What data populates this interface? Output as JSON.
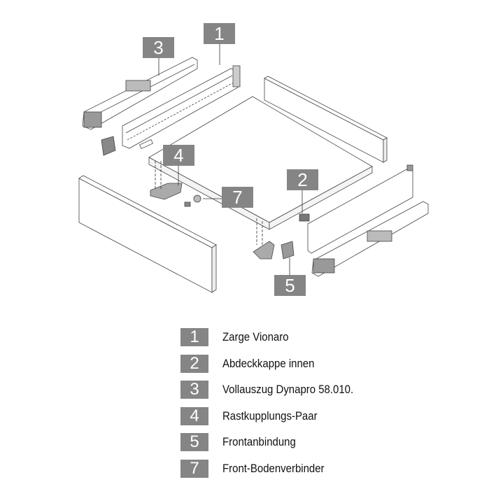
{
  "callouts": {
    "c1": "1",
    "c2": "2",
    "c3": "3",
    "c4": "4",
    "c5": "5",
    "c7": "7"
  },
  "legend": [
    {
      "num": "1",
      "label": "Zarge Vionaro"
    },
    {
      "num": "2",
      "label": "Abdeckkappe innen"
    },
    {
      "num": "3",
      "label": "Vollauszug Dynapro 58.010."
    },
    {
      "num": "4",
      "label": "Rastkupplungs-Paar"
    },
    {
      "num": "5",
      "label": "Frontanbindung"
    },
    {
      "num": "7",
      "label": "Front-Bodenverbinder"
    }
  ],
  "colors": {
    "callout_bg": "#858585",
    "line": "#333333"
  }
}
